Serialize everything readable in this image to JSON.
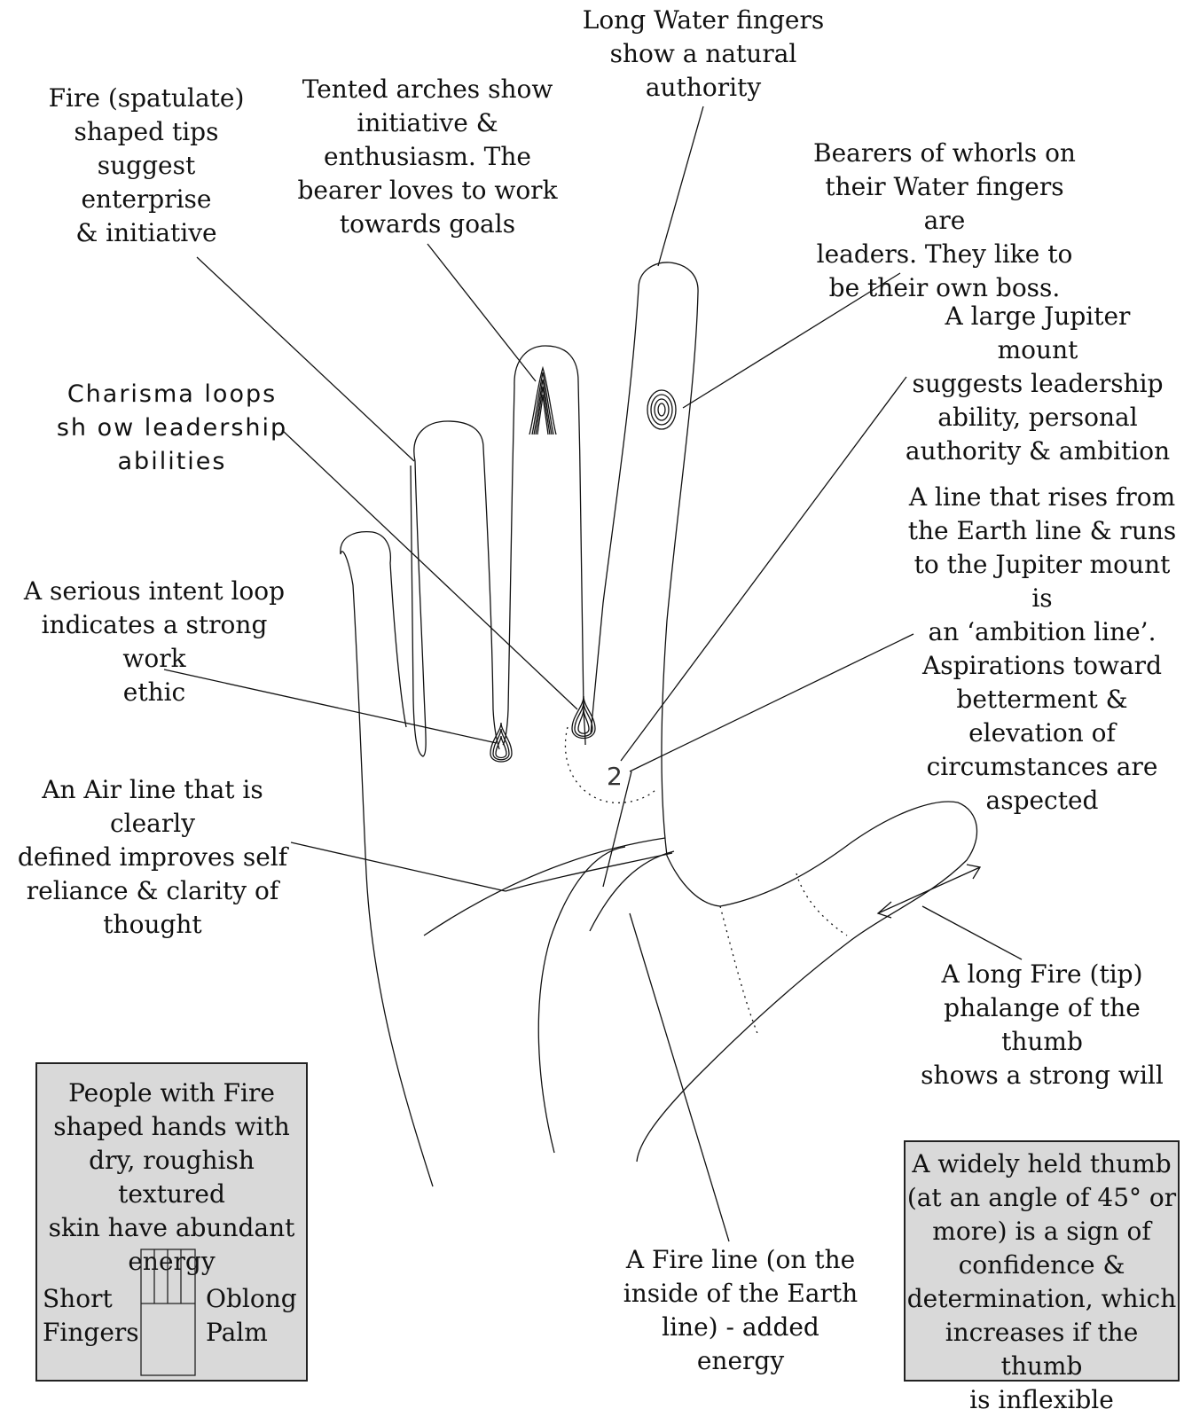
{
  "labels": {
    "water_fingers": "Long Water fingers\nshow a natural\nauthority",
    "fire_tips": "Fire (spatulate)\nshaped tips\nsuggest\nenterprise\n& initiative",
    "tented_arches": "Tented arches show\ninitiative &\nenthusiasm.  The\nbearer loves to work\ntowards goals",
    "whorls": "Bearers of whorls on\ntheir Water fingers are\nleaders.  They like to\nbe their own boss.",
    "jupiter_mount": "A large Jupiter mount\nsuggests leadership\nability, personal\nauthority & ambition",
    "charisma_loops": "Charisma loops\nsh ow leadership\nabilities",
    "ambition_line": "A line that rises from\nthe Earth line & runs\nto the Jupiter mount is\nan ‘ambition line’.\nAspirations toward\nbetterment &\nelevation of\ncircumstances are\naspected",
    "serious_intent": "A serious intent loop\nindicates a strong work\nethic",
    "air_line": "An Air line that is clearly\ndefined improves self\nreliance & clarity of\nthought",
    "fire_phalange": "A long Fire (tip)\nphalange of the thumb\nshows a strong will",
    "fire_line": "A Fire line (on the\ninside of the Earth\nline) - added energy"
  },
  "fire_hands_box": {
    "text": "People with Fire\nshaped hands with\ndry, roughish textured\nskin have abundant\nenergy",
    "left_label": "Short\nFingers",
    "right_label": "Oblong\nPalm"
  },
  "thumb_box": {
    "text": "A widely held thumb\n(at an angle of 45° or\nmore) is a sign of\nconfidence &\ndetermination, which\nincreases if the thumb\nis inflexible"
  },
  "hand_marker": "2",
  "colors": {
    "box_fill": "#d9d9d9",
    "line": "#111111"
  }
}
